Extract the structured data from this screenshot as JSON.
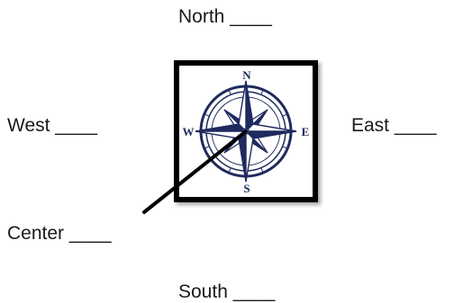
{
  "labels": {
    "north": "North ____",
    "west": "West ____",
    "east": "East ____",
    "center": "Center ____",
    "south": "South ____"
  },
  "compass": {
    "n": "N",
    "s": "S",
    "e": "E",
    "w": "W",
    "rose_color": "#1f2a5e",
    "frame_color": "#000000"
  }
}
